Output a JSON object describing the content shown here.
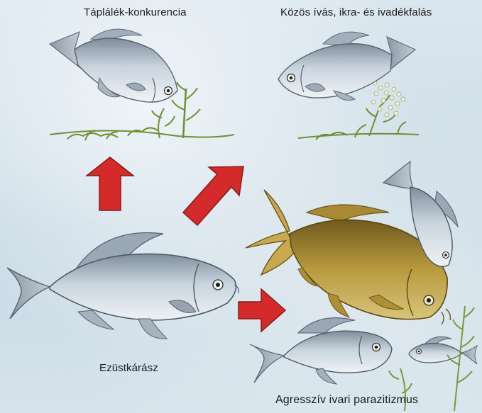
{
  "labels": {
    "food_competition": "Táplálék-konkurencia",
    "spawning": "Közös ívás, ikra- és ivadékfalás",
    "species": "Ezüstkárász",
    "parasitism": "Agresszív ivari parazitizmus"
  },
  "colors": {
    "arrow": "#d42a2a",
    "silver_fish": "#b8c6d2",
    "carp": "#b99a3e",
    "weed": "#7a9a3a"
  }
}
